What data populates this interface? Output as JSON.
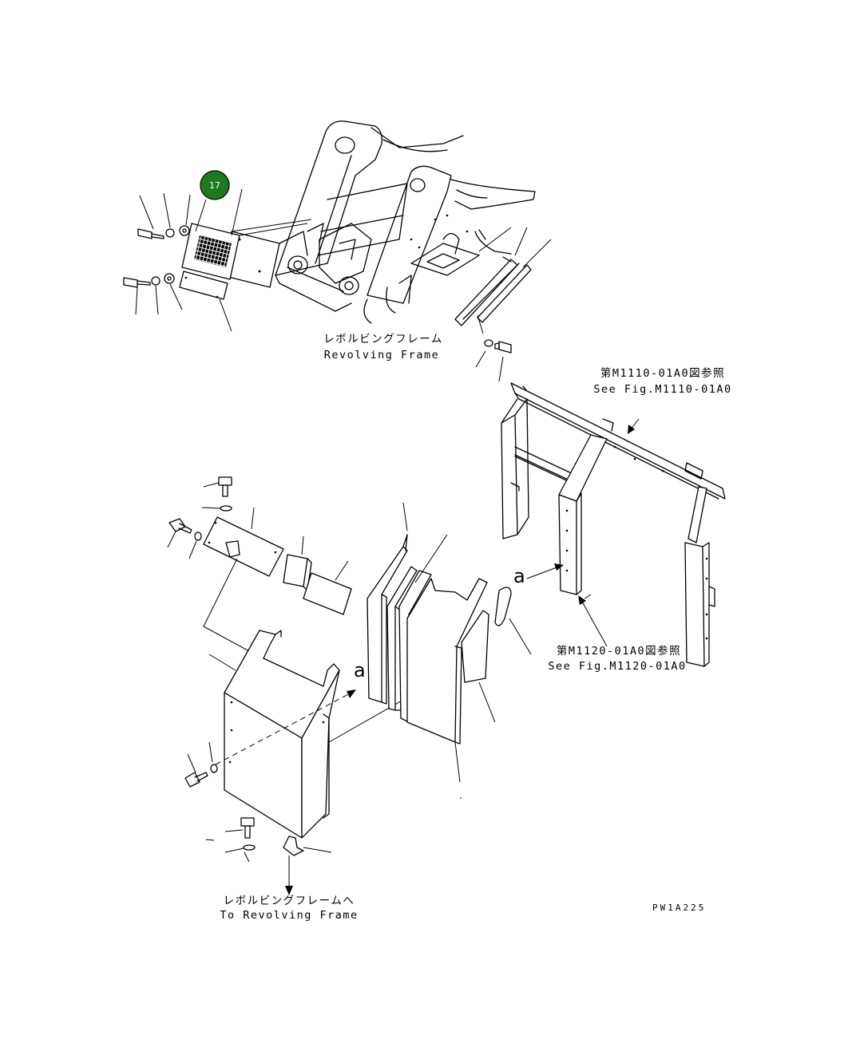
{
  "callout": {
    "number": "17",
    "color": "#1e7a1e"
  },
  "labels": {
    "revolving_frame_jp": "レボルビングフレーム",
    "revolving_frame_en": "Revolving Frame",
    "ref_m1110_jp": "第M1110-01A0図参照",
    "ref_m1110_en": "See Fig.M1110-01A0",
    "ref_m1120_jp": "第M1120-01A0図参照",
    "ref_m1120_en": "See Fig.M1120-01A0",
    "marker_a": "a",
    "to_frame_jp": "レボルビングフレームへ",
    "to_frame_en": "To Revolving Frame",
    "drawing_code": "PW1A225"
  }
}
